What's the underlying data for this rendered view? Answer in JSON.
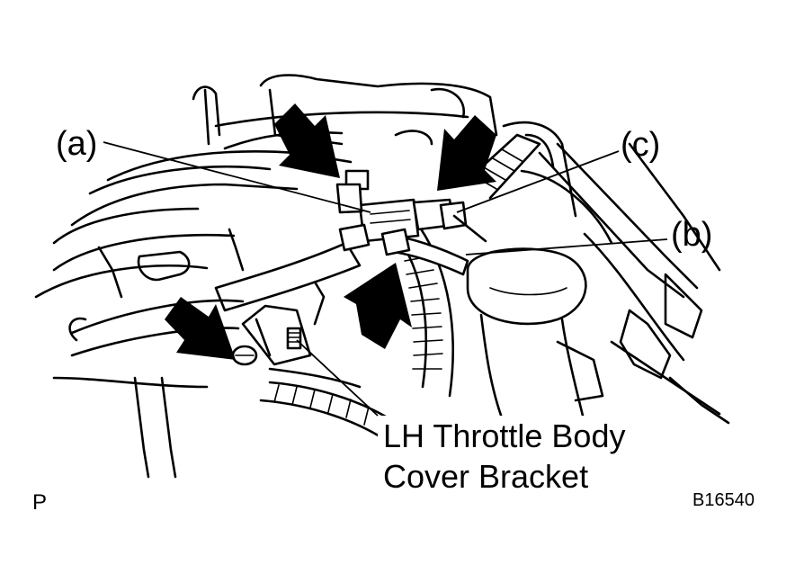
{
  "labels": {
    "a": "(a)",
    "b": "(b)",
    "c": "(c)"
  },
  "caption": {
    "line1": "LH Throttle Body",
    "line2": "Cover Bracket"
  },
  "corner_mark": "P",
  "figure_code": "B16540",
  "colors": {
    "ink": "#000000",
    "paper": "#ffffff"
  }
}
